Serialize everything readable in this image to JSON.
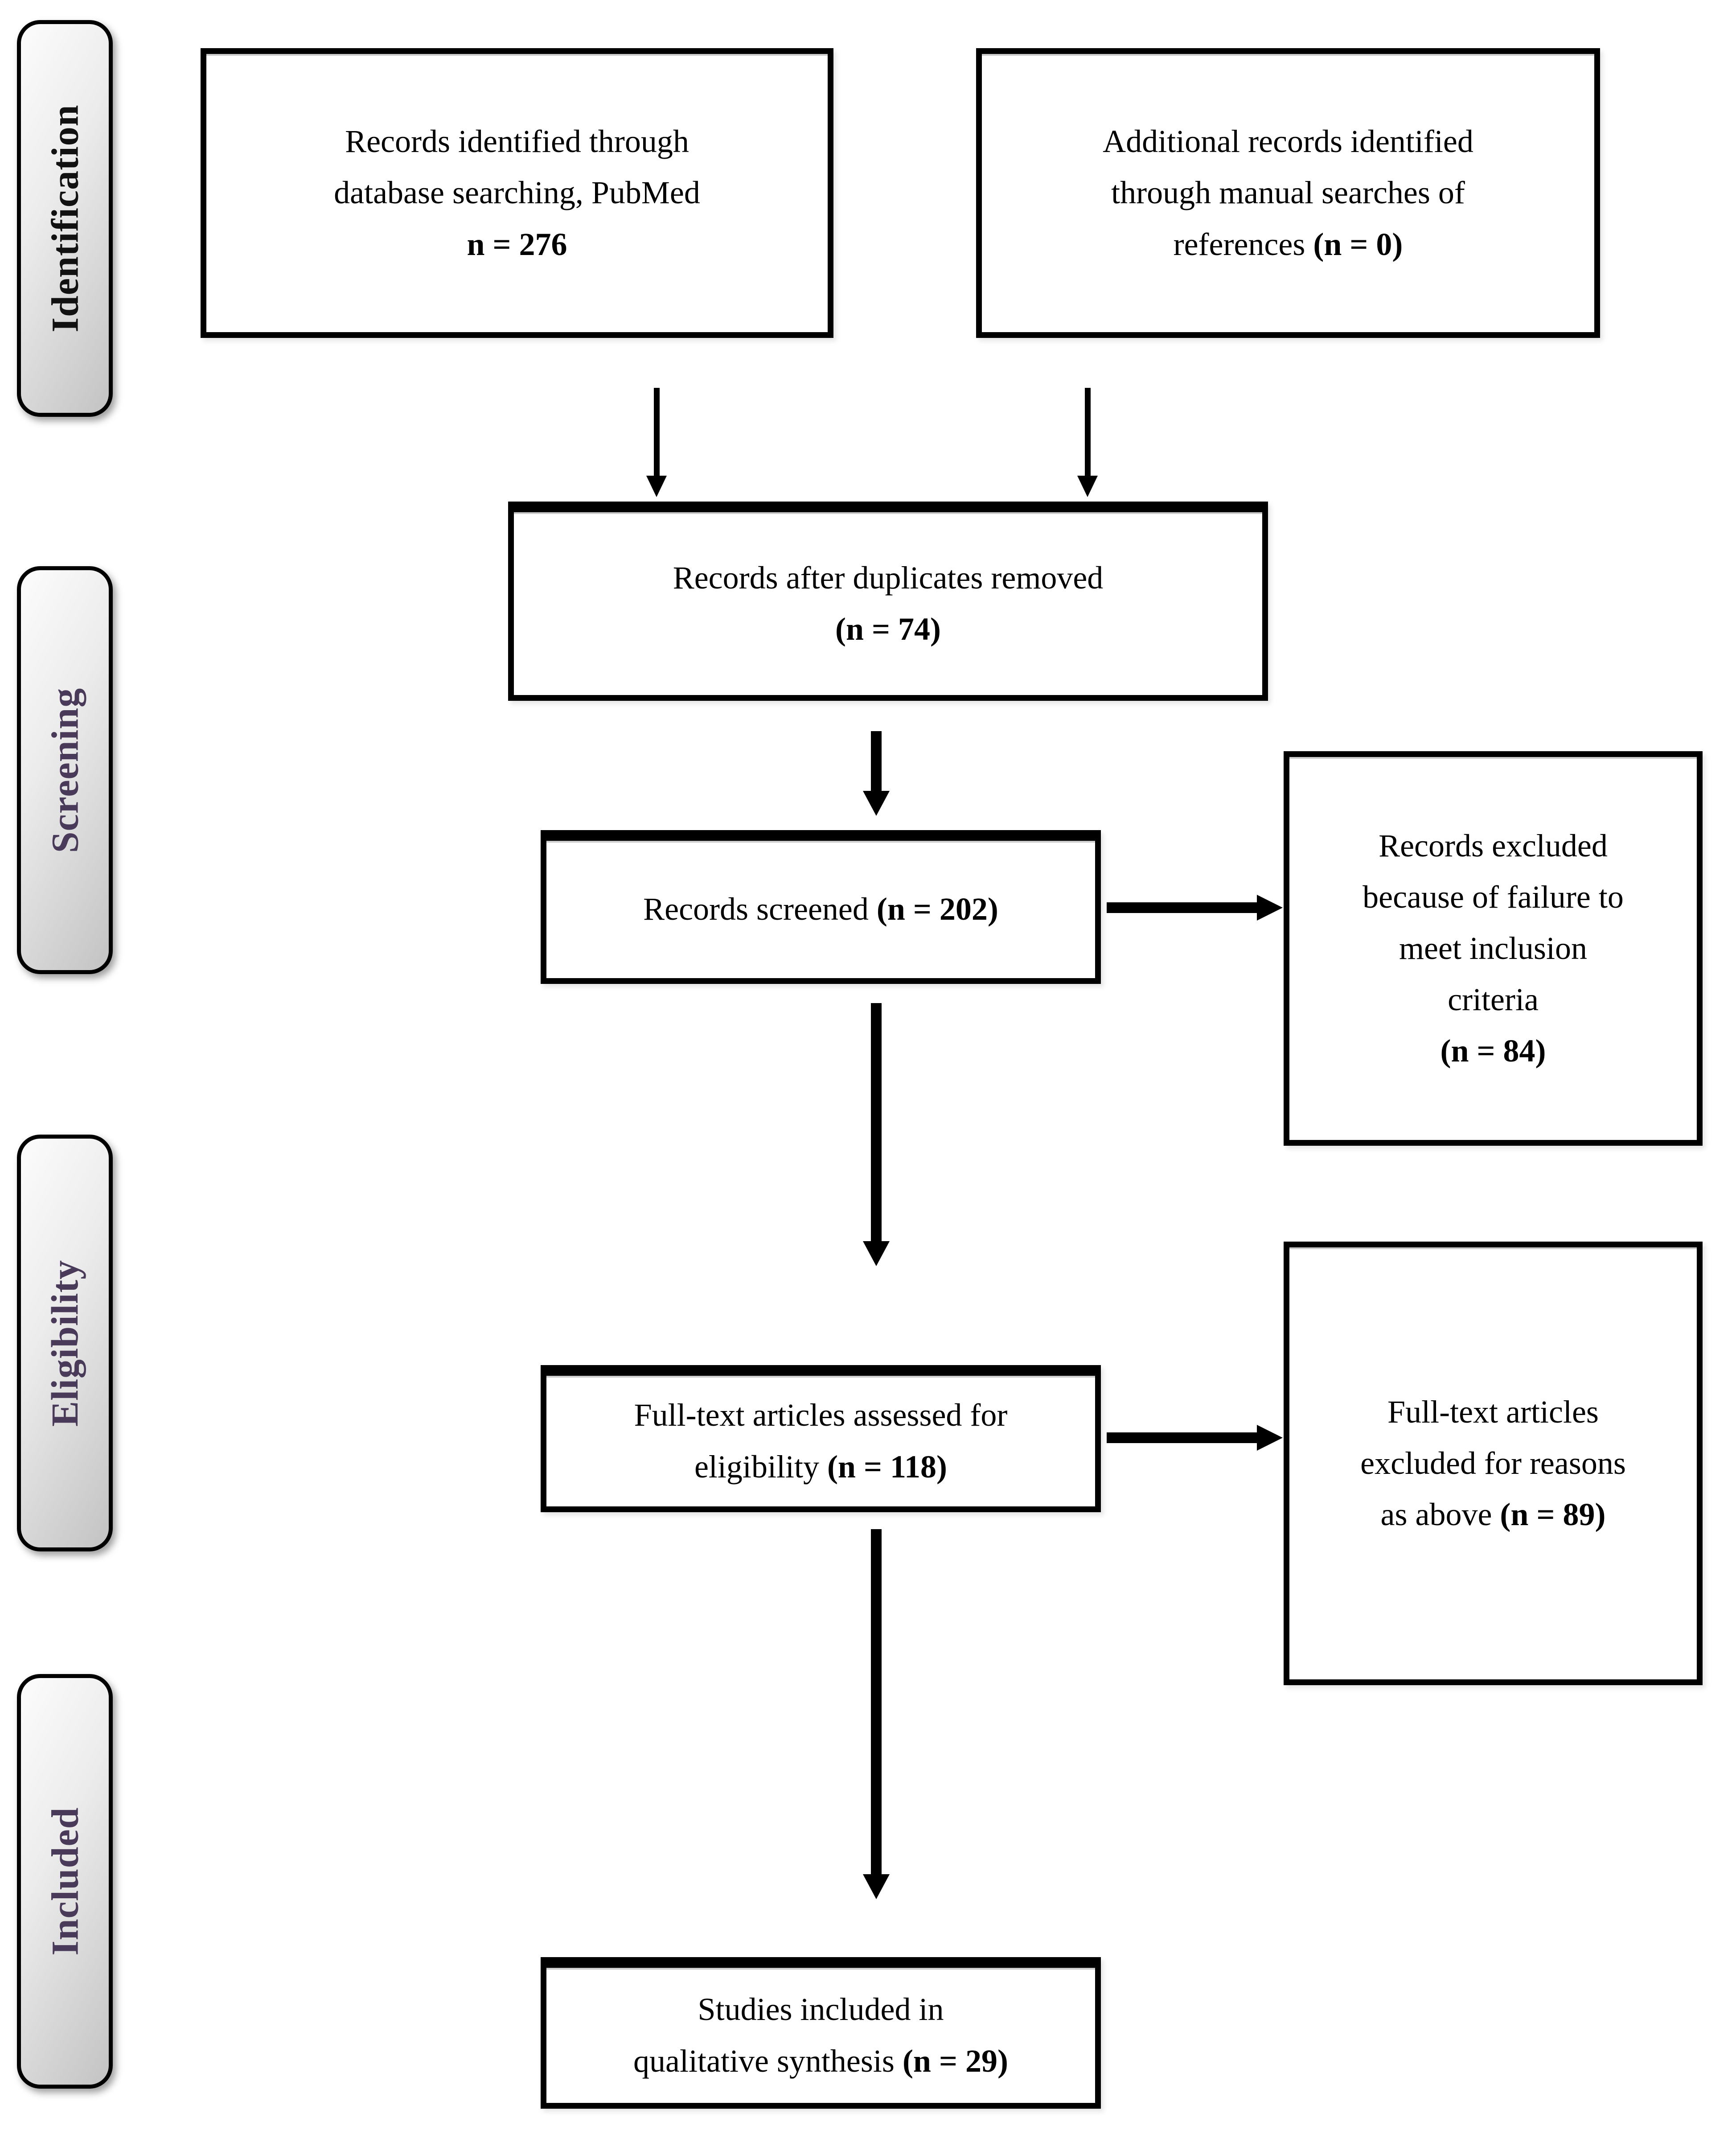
{
  "colors": {
    "box_border": "#000000",
    "box_background": "#ffffff",
    "arrow": "#000000",
    "stage_label_purple": "#4a3a59",
    "stage_label_black": "#111111",
    "stage_background_light": "#fcfcfc",
    "stage_background_dark": "#c3c3c3"
  },
  "stages": {
    "labels": [
      {
        "text": "Identification",
        "color": "#111111"
      },
      {
        "text": "Screening",
        "color": "#4a3a59"
      },
      {
        "text": "Eligibility",
        "color": "#4a3a59"
      },
      {
        "text": "Included",
        "color": "#4a3a59"
      }
    ]
  },
  "boxes": {
    "identified": {
      "lines": [
        "Records identified through",
        "database searching, PubMed"
      ],
      "count": "n = 276"
    },
    "additional": {
      "lines": [
        "Additional records identified",
        "through manual searches of"
      ],
      "tail": "references",
      "count": "(n = 0)"
    },
    "duplicates": {
      "lines": [
        "Records after duplicates removed"
      ],
      "count": "(n = 74)"
    },
    "screened": {
      "tail": "Records screened",
      "count": "(n = 202)"
    },
    "excluded_screening": {
      "lines": [
        "Records excluded",
        "because of failure to",
        "meet inclusion",
        "criteria"
      ],
      "count": "(n = 84)"
    },
    "fulltext": {
      "lines": [
        "Full-text articles assessed for"
      ],
      "tail": "eligibility",
      "count": "(n = 118)"
    },
    "excluded_fulltext": {
      "lines": [
        "Full-text articles",
        "excluded for reasons"
      ],
      "tail": "as above",
      "count": "(n = 89)"
    },
    "included_studies": {
      "lines": [
        "Studies included in"
      ],
      "tail": "qualitative synthesis",
      "count": "(n = 29)"
    }
  }
}
